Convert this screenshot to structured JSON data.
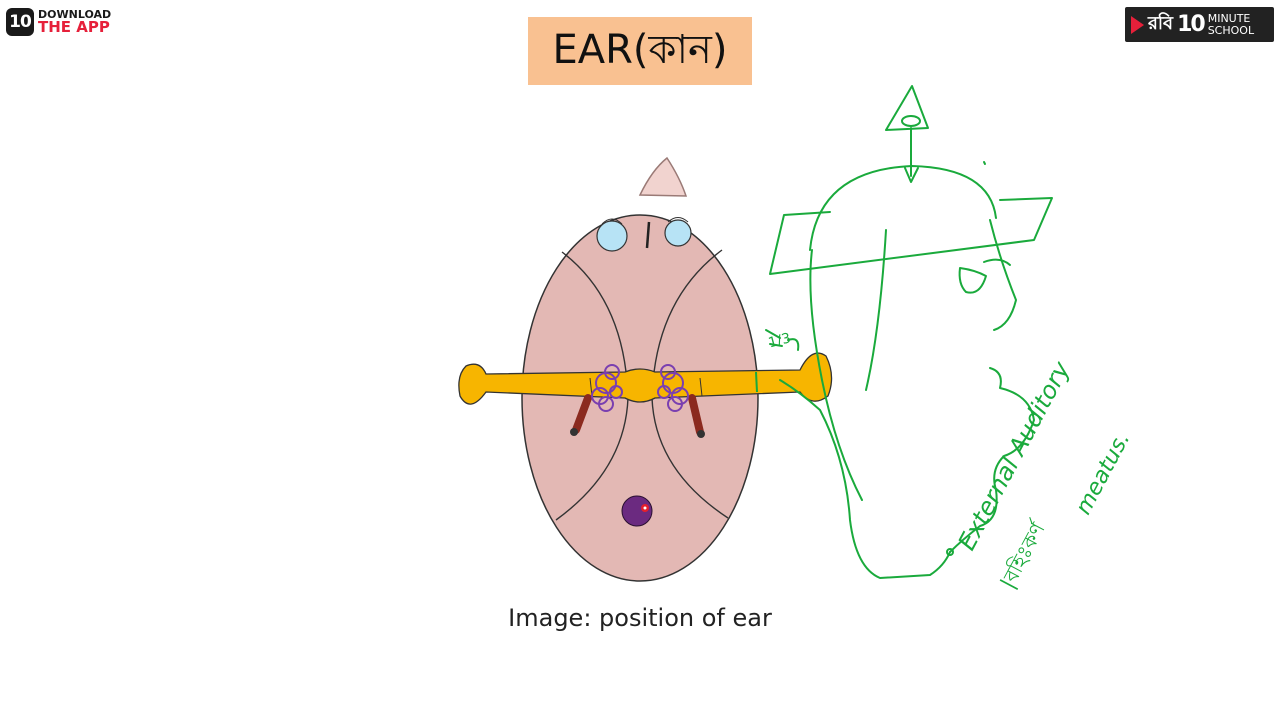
{
  "branding": {
    "download_top": "DOWNLOAD",
    "download_bottom": "THE APP",
    "logo_left_mark": "10",
    "right_robi": "রবি",
    "right_ten": "10",
    "right_minute": "MINUTE",
    "right_school": "SCHOOL"
  },
  "title": "EAR(কান)",
  "caption": "Image: position of ear",
  "annotations": {
    "eac_line1": "External Auditory",
    "eac_line2": "meatus.",
    "bengali_note": "|বহিঃকর্ণ",
    "fraction": "1/3"
  },
  "colors": {
    "title_bg": "#f9c191",
    "head_fill": "#e3b8b4",
    "bar_fill": "#f7b500",
    "sketch": "#1aaa3c",
    "ossicle": "#7a3fb0"
  }
}
